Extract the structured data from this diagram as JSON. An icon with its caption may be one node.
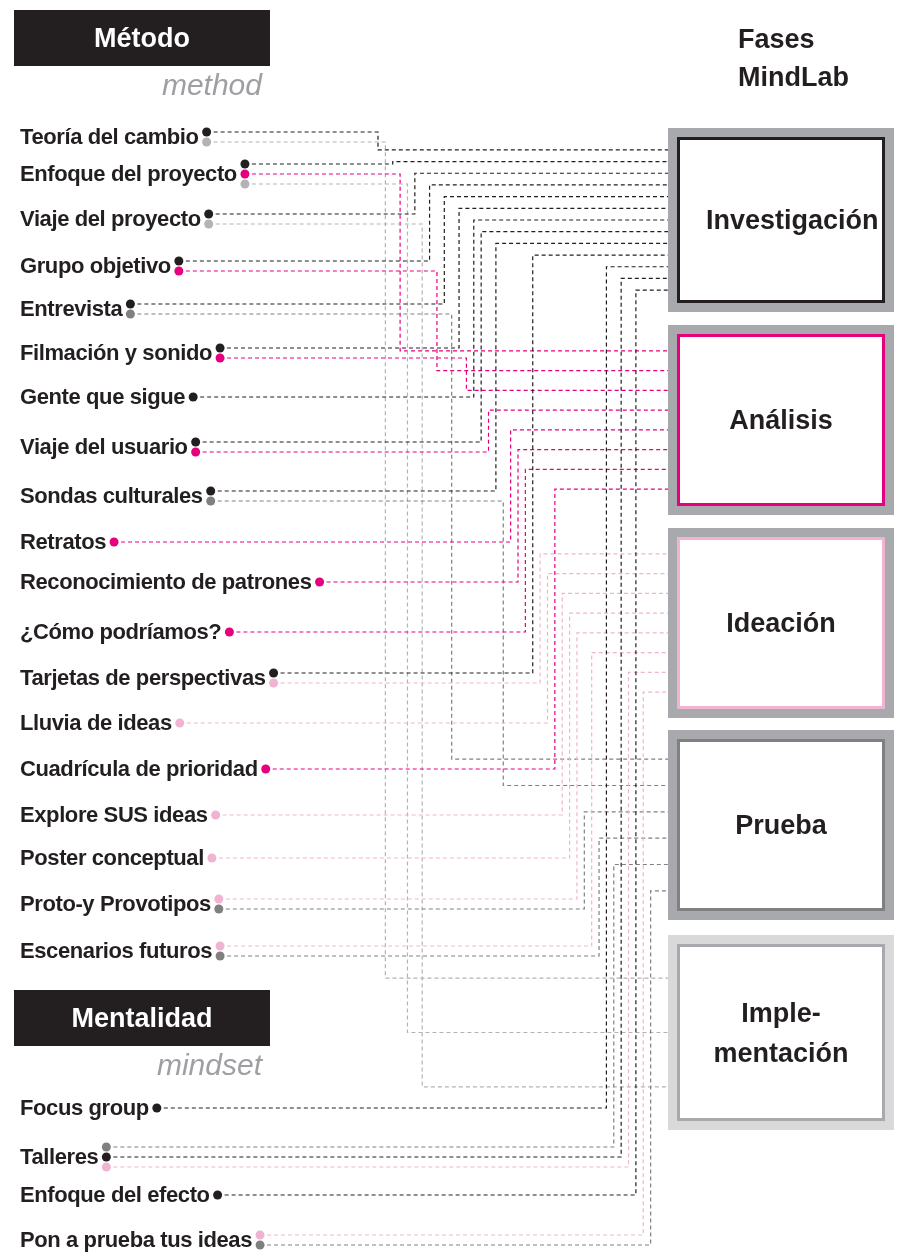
{
  "diagram": {
    "nodes": [
      {
        "text": [
          "Método"
        ],
        "beside": [
          "method"
        ]
      },
      {
        "text": [
          "Teoría del cambio"
        ]
      },
      {
        "text": [
          "Enfoque del proyecto"
        ]
      },
      {
        "text": [
          "Viaje del proyecto"
        ]
      },
      {
        "text": [
          "Grupo objetivo"
        ]
      },
      {
        "text": [
          "Entrevista"
        ]
      },
      {
        "text": [
          "Filmación y sonido"
        ]
      },
      {
        "text": [
          "Gente que sigue"
        ]
      },
      {
        "text": [
          "Viaje del usuario"
        ]
      },
      {
        "text": [
          "Sondas culturales"
        ]
      },
      {
        "text": [
          "Retratos"
        ]
      },
      {
        "text": [
          "Reconocimiento de patrones"
        ]
      },
      {
        "text": [
          "¿Cómo podríamos?"
        ]
      },
      {
        "text": [
          "Tarjetas de perspectivas"
        ]
      },
      {
        "text": [
          "Lluvia de ideas"
        ]
      },
      {
        "text": [
          "Cuadrícula de prioridad"
        ]
      },
      {
        "text": [
          "Explore SUS ideas"
        ]
      },
      {
        "text": [
          "Poster conceptual"
        ]
      },
      {
        "text": [
          "Proto-y Provotipos"
        ]
      },
      {
        "text": [
          "Escenarios futuros"
        ]
      },
      {
        "text": [
          "Mentalidad"
        ],
        "beside": [
          "mindset"
        ]
      },
      {
        "text": [
          "Focus group"
        ]
      },
      {
        "text": [
          "Talleres"
        ]
      },
      {
        "text": [
          "Enfoque del efecto"
        ]
      },
      {
        "text": [
          "Pon a prueba tus ideas"
        ]
      },
      {
        "text": [
          "Investigación"
        ]
      },
      {
        "text": [
          "Análisis"
        ]
      },
      {
        "text": [
          "Ideación"
        ]
      },
      {
        "text": [
          "Prueba"
        ]
      },
      {
        "text": [
          "Imple- mentación"
        ]
      }
    ],
    "edges": [
      {
        "from": 1,
        "to": 25,
        "arrow": "other"
      },
      {
        "from": 1,
        "to": 29,
        "arrow": "other",
        "color": "#b3b3b3"
      },
      {
        "from": 2,
        "to": 25,
        "arrow": "other"
      },
      {
        "from": 2,
        "to": 26,
        "arrow": "other",
        "color": "#e6007e"
      },
      {
        "from": 2,
        "to": 29,
        "arrow": "other",
        "color": "#b3b3b3"
      },
      {
        "from": 3,
        "to": 25,
        "arrow": "other"
      },
      {
        "from": 3,
        "to": 29,
        "arrow": "other",
        "color": "#b3b3b3"
      },
      {
        "from": 4,
        "to": 25,
        "arrow": "other"
      },
      {
        "from": 4,
        "to": 26,
        "arrow": "other",
        "color": "#e6007e"
      },
      {
        "from": 5,
        "to": 25,
        "arrow": "other"
      },
      {
        "from": 5,
        "to": 28,
        "arrow": "other",
        "color": "#808080"
      },
      {
        "from": 6,
        "to": 25,
        "arrow": "other"
      },
      {
        "from": 6,
        "to": 26,
        "arrow": "other",
        "color": "#e6007e"
      },
      {
        "from": 7,
        "to": 25,
        "arrow": "other"
      },
      {
        "from": 8,
        "to": 25,
        "arrow": "other"
      },
      {
        "from": 8,
        "to": 26,
        "arrow": "other",
        "color": "#e6007e"
      },
      {
        "from": 9,
        "to": 25,
        "arrow": "other"
      },
      {
        "from": 9,
        "to": 28,
        "arrow": "other",
        "color": "#808080"
      },
      {
        "from": 10,
        "to": 26,
        "arrow": "other",
        "color": "#e6007e"
      },
      {
        "from": 11,
        "to": 26,
        "arrow": "other",
        "color": "#e6007e"
      },
      {
        "from": 12,
        "to": 26,
        "arrow": "other",
        "color": "#e6007e"
      },
      {
        "from": 13,
        "to": 25,
        "arrow": "other"
      },
      {
        "from": 13,
        "to": 27,
        "arrow": "other",
        "color": "#f0b4d2"
      },
      {
        "from": 14,
        "to": 27,
        "arrow": "other",
        "color": "#f0b4d2"
      },
      {
        "from": 15,
        "to": 26,
        "arrow": "other",
        "color": "#e6007e"
      },
      {
        "from": 16,
        "to": 27,
        "arrow": "other",
        "color": "#f0b4d2"
      },
      {
        "from": 17,
        "to": 27,
        "arrow": "other",
        "color": "#f0b4d2"
      },
      {
        "from": 18,
        "to": 27,
        "arrow": "other",
        "color": "#f0b4d2"
      },
      {
        "from": 18,
        "to": 28,
        "arrow": "other",
        "color": "#808080"
      },
      {
        "from": 19,
        "to": 27,
        "arrow": "other",
        "color": "#f0b4d2"
      },
      {
        "from": 19,
        "to": 28,
        "arrow": "other",
        "color": "#808080"
      },
      {
        "from": 21,
        "to": 25,
        "arrow": "other"
      },
      {
        "from": 22,
        "to": 28,
        "arrow": "other",
        "color": "#808080"
      },
      {
        "from": 22,
        "to": 25,
        "arrow": "other"
      },
      {
        "from": 22,
        "to": 27,
        "arrow": "other",
        "color": "#f0b4d2"
      },
      {
        "from": 23,
        "to": 25,
        "arrow": "other"
      },
      {
        "from": 24,
        "to": 27,
        "arrow": "other",
        "color": "#f0b4d2"
      },
      {
        "from": 24,
        "to": 28,
        "arrow": "other",
        "color": "#808080"
      }
    ],
    "labels": [
      "Fases MindLab"
    ]
  }
}
